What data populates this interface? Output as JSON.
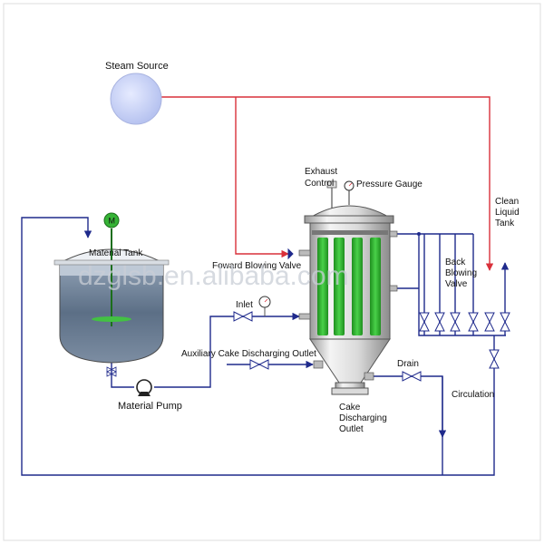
{
  "labels": {
    "steam_source": "Steam Source",
    "exhaust_control_line1": "Exhaust",
    "exhaust_control_line2": "Control",
    "pressure_gauge": "Pressure Gauge",
    "clean_liquid_tank_line1": "Clean",
    "clean_liquid_tank_line2": "Liquid",
    "clean_liquid_tank_line3": "Tank",
    "motor": "M",
    "material_tank": "Material Tank",
    "forward_blowing_valve": "Foward Blowing Valve",
    "back_blowing_valve_line1": "Back",
    "back_blowing_valve_line2": "Blowing",
    "back_blowing_valve_line3": "Valve",
    "inlet": "Inlet",
    "auxiliary_cake_discharging_outlet": "Auxiliary Cake Discharging Outlet",
    "drain": "Drain",
    "material_pump": "Material Pump",
    "cake_discharging_outlet_line1": "Cake",
    "cake_discharging_outlet_line2": "Discharging",
    "cake_discharging_outlet_line3": "Outlet",
    "circulation": "Circulation"
  },
  "watermark": "dzglsb.en.alibaba.com",
  "colors": {
    "steam_line": "#d9303a",
    "process_line": "#1f2a8c",
    "filter_element": "#2fb52f",
    "steam_sphere": "#c9d1f4",
    "liquid": "#5c6f86",
    "vessel_outline": "#555555"
  }
}
